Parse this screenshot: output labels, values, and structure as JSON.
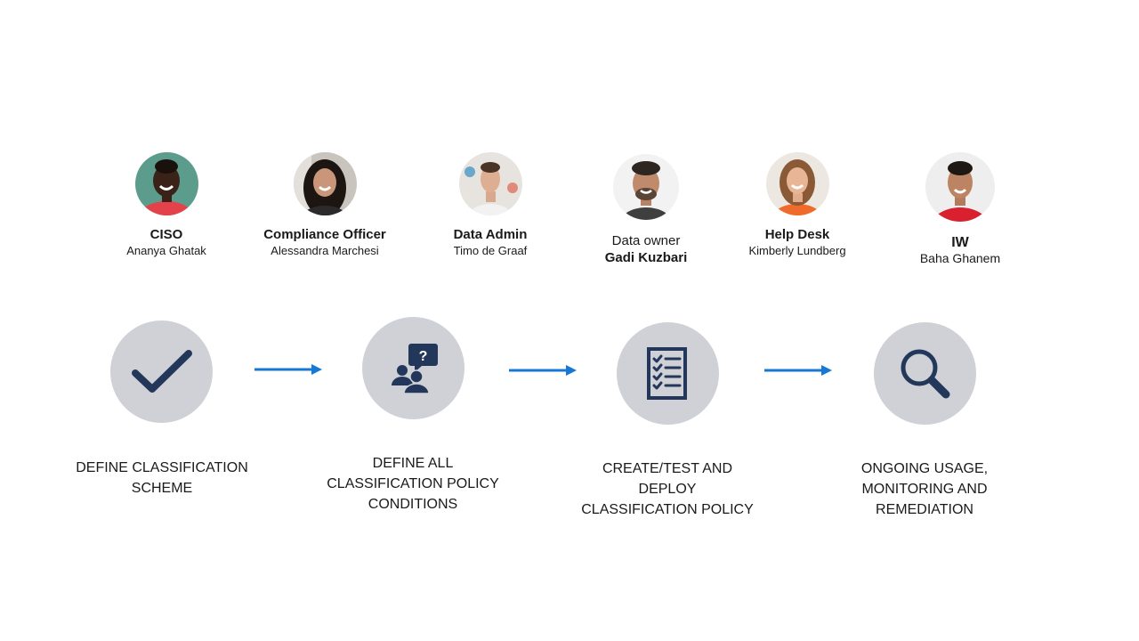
{
  "people": [
    {
      "role": "CISO",
      "name": "Ananya Ghatak",
      "icon": "person-photo-ciso"
    },
    {
      "role": "Compliance Officer",
      "name": "Alessandra Marchesi",
      "icon": "person-photo-compliance-officer"
    },
    {
      "role": "Data Admin",
      "name": "Timo de Graaf",
      "icon": "person-photo-data-admin"
    },
    {
      "role": "Data owner",
      "name": "Gadi Kuzbari",
      "icon": "person-photo-data-owner"
    },
    {
      "role": "Help Desk",
      "name": "Kimberly Lundberg",
      "icon": "person-photo-help-desk"
    },
    {
      "role": "IW",
      "name": "Baha Ghanem",
      "icon": "person-photo-iw"
    }
  ],
  "steps": [
    {
      "icon": "checkmark-icon",
      "label_lines": [
        "DEFINE CLASSIFICATION",
        "SCHEME"
      ]
    },
    {
      "icon": "people-question-icon",
      "label_lines": [
        "DEFINE ALL",
        "CLASSIFICATION POLICY",
        "CONDITIONS"
      ]
    },
    {
      "icon": "checklist-icon",
      "label_lines": [
        "CREATE/TEST AND",
        "DEPLOY",
        "CLASSIFICATION POLICY"
      ]
    },
    {
      "icon": "magnifier-icon",
      "label_lines": [
        "ONGOING USAGE,",
        "MONITORING AND",
        "REMEDIATION"
      ]
    }
  ],
  "colors": {
    "step_circle": "#d0d1d6",
    "icon": "#23375a",
    "arrow": "#1478d4"
  }
}
